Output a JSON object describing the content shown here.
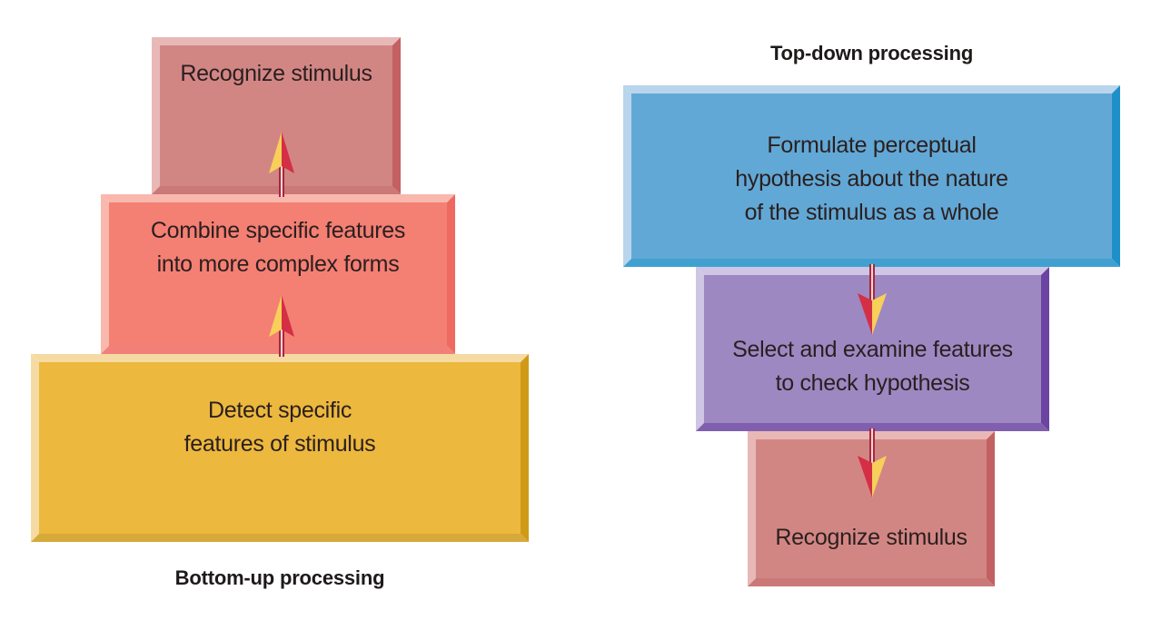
{
  "bottom_up": {
    "heading": "Bottom-up processing",
    "steps": [
      {
        "label_lines": [
          "Recognize stimulus"
        ],
        "color": "#d28684",
        "light": "#e8b8b6",
        "dark": "#c26062"
      },
      {
        "label_lines": [
          "Combine specific features",
          "into more complex forms"
        ],
        "color": "#f47f73",
        "light": "#f9b8ad",
        "dark": "#ee6a60"
      },
      {
        "label_lines": [
          "Detect specific",
          "features of stimulus"
        ],
        "color": "#ecb83d",
        "light": "#f5dba3",
        "dark": "#cf9a17"
      }
    ],
    "arrows": [
      {
        "direction": "up",
        "from": "Combine specific features into more complex forms",
        "to": "Recognize stimulus"
      },
      {
        "direction": "up",
        "from": "Detect specific features of stimulus",
        "to": "Combine specific features into more complex forms"
      }
    ]
  },
  "top_down": {
    "heading": "Top-down processing",
    "steps": [
      {
        "label_lines": [
          "Formulate perceptual",
          "hypothesis about the nature",
          "of the stimulus as a whole"
        ],
        "color": "#62a8d6",
        "light": "#b9d5ec",
        "dark": "#1e90c8"
      },
      {
        "label_lines": [
          "Select and examine features",
          "to check hypothesis"
        ],
        "color": "#9d88c2",
        "light": "#cfc5e4",
        "dark": "#6a44a0"
      },
      {
        "label_lines": [
          "Recognize stimulus"
        ],
        "color": "#d28684",
        "light": "#e8b8b6",
        "dark": "#c26062"
      }
    ],
    "arrows": [
      {
        "direction": "down",
        "from": "Formulate perceptual hypothesis about the nature of the stimulus as a whole",
        "to": "Select and examine features to check hypothesis"
      },
      {
        "direction": "down",
        "from": "Select and examine features to check hypothesis",
        "to": "Recognize stimulus"
      }
    ]
  },
  "arrow_colors": {
    "red": "#d42f45",
    "yellow": "#f7cf5a",
    "shaft": "#a8283c"
  }
}
